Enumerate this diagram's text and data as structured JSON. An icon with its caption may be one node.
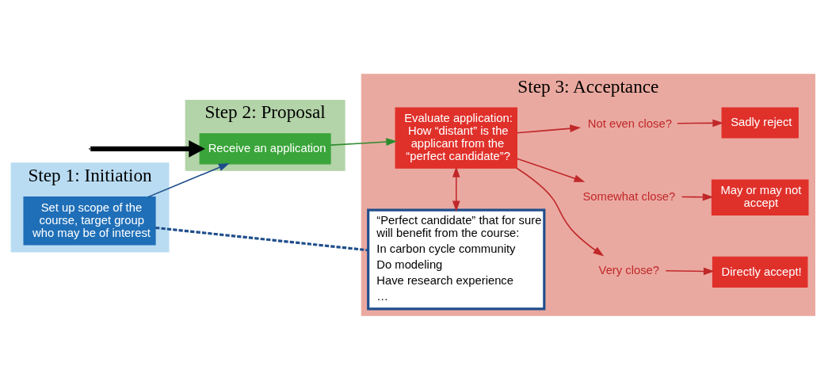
{
  "diagram": {
    "nodes": [
      {
        "text": [
          "Step 1: Initiation"
        ]
      },
      {
        "text": [
          "Step 2: Proposal"
        ]
      },
      {
        "text": [
          "Step 3: Acceptance"
        ]
      },
      {
        "text": [
          "Set up scope of the course, target group who may be of interest"
        ],
        "in": 0
      },
      {
        "text": [
          "Receive an application"
        ],
        "in": 1
      },
      {
        "text": [
          "Evaluate application: How “distant” is the applicant from the “perfect candidate”?"
        ],
        "in": 2
      },
      {
        "text": [
          "Very close?"
        ],
        "in": 2
      },
      {
        "text": [
          "Somewhat close?"
        ],
        "in": 2
      },
      {
        "text": [
          "Not even close?"
        ],
        "in": 2
      },
      {
        "text": [
          "Directly accept!"
        ],
        "in": 2
      },
      {
        "text": [
          "May or may not accept"
        ],
        "in": 2
      },
      {
        "text": [
          "Sadly reject"
        ],
        "in": 2
      },
      {
        "text": [
          "“Perfect candidate” that for sure will benefit from the course:",
          "In carbon cycle community",
          "Do modeling",
          "Have research experience",
          "…"
        ],
        "in": 2
      }
    ],
    "edges": [
      {
        "from": null,
        "to": 4,
        "arrow": "to",
        "style": "thick",
        "color": "#000000"
      },
      {
        "from": 3,
        "to": 4,
        "arrow": "to",
        "color": "#1f4e8c"
      },
      {
        "from": 4,
        "to": 5,
        "arrow": "to",
        "color": "#2e8b2e"
      },
      {
        "from": 5,
        "to": 6,
        "arrow": "to",
        "color": "#c0282a"
      },
      {
        "from": 5,
        "to": 7,
        "arrow": "to",
        "color": "#c0282a"
      },
      {
        "from": 5,
        "to": 8,
        "arrow": "to",
        "color": "#c0282a"
      },
      {
        "from": 6,
        "to": 9,
        "arrow": "to",
        "color": "#c0282a"
      },
      {
        "from": 7,
        "to": 10,
        "arrow": "to",
        "color": "#c0282a"
      },
      {
        "from": 8,
        "to": 11,
        "arrow": "to",
        "color": "#c0282a"
      },
      {
        "from": 5,
        "to": 12,
        "arrow": "both",
        "color": "#c0282a"
      },
      {
        "from": 3,
        "to": 12,
        "arrow": "none",
        "style": "dashed",
        "color": "#1f4e8c"
      }
    ]
  }
}
